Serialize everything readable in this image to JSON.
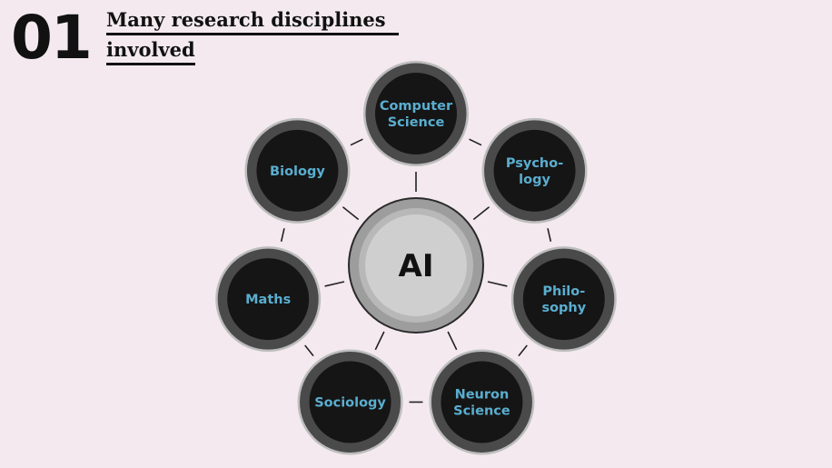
{
  "header": {
    "number": "01",
    "title_line1": "Many research disciplines",
    "title_line2": "involved"
  },
  "diagram": {
    "center": "AI",
    "nodes": [
      {
        "id": "computer-science",
        "lines": [
          "Computer",
          "Science"
        ]
      },
      {
        "id": "psychology",
        "lines": [
          "Psycho-",
          "logy"
        ]
      },
      {
        "id": "philosophy",
        "lines": [
          "Philo-",
          "sophy"
        ]
      },
      {
        "id": "neuron-science",
        "lines": [
          "Neuron",
          "Science"
        ]
      },
      {
        "id": "sociology",
        "lines": [
          "Sociology"
        ]
      },
      {
        "id": "maths",
        "lines": [
          "Maths"
        ]
      },
      {
        "id": "biology",
        "lines": [
          "Biology"
        ]
      }
    ]
  },
  "colors": {
    "background": "#f3e9ee",
    "node_fill": "#151515",
    "node_text": "#5aaed0",
    "ring_dark": "#4a4a4a",
    "ring_light": "#bdbdbd",
    "center_fill": "#cfcfcf",
    "center_ring": "#9d9d9d"
  }
}
